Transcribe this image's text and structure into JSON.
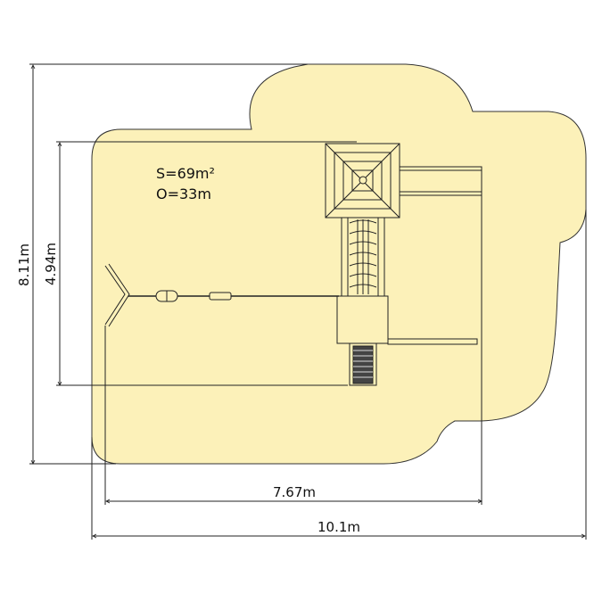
{
  "colors": {
    "safety_zone": "#fcf1b9",
    "outline": "#222222"
  },
  "info": {
    "area": "S=69m²",
    "perimeter": "O=33m"
  },
  "dimensions": {
    "total_height": "8.11m",
    "equipment_height": "4.94m",
    "equipment_width": "7.67m",
    "total_width": "10.1m"
  }
}
